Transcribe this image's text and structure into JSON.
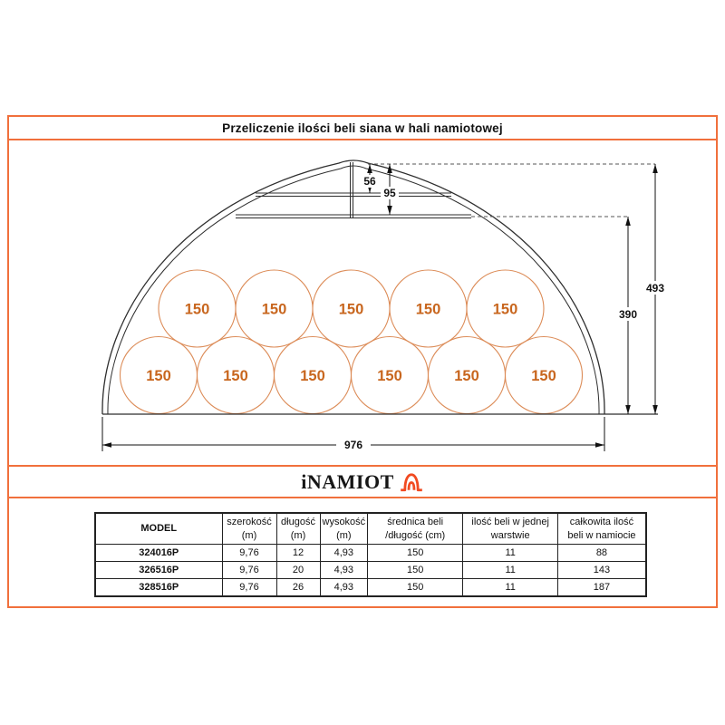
{
  "title": "Przeliczenie ilości beli siana w hali namiotowej",
  "logo": {
    "text": "iNAMIOT"
  },
  "frame_color": "#F1703C",
  "diagram": {
    "bale_label": "150",
    "bales_top_row": 5,
    "bales_bottom_row": 6,
    "dims": {
      "ridge_drop": "56",
      "frame_drop": "95",
      "total_height": "493",
      "side_height": "390",
      "total_width": "976"
    },
    "colors": {
      "bale_stroke": "#DC8C58",
      "bale_text": "#C8661E",
      "line": "#2e2e2e"
    }
  },
  "table": {
    "headers": [
      [
        "MODEL"
      ],
      [
        "szerokość",
        "(m)"
      ],
      [
        "długość",
        "(m)"
      ],
      [
        "wysokość",
        "(m)"
      ],
      [
        "średnica beli",
        "/długość (cm)"
      ],
      [
        "ilość beli w jednej",
        "warstwie"
      ],
      [
        "całkowita ilość",
        "beli w namiocie"
      ]
    ],
    "rows": [
      [
        "324016P",
        "9,76",
        "12",
        "4,93",
        "150",
        "11",
        "88"
      ],
      [
        "326516P",
        "9,76",
        "20",
        "4,93",
        "150",
        "11",
        "143"
      ],
      [
        "328516P",
        "9,76",
        "26",
        "4,93",
        "150",
        "11",
        "187"
      ]
    ]
  }
}
